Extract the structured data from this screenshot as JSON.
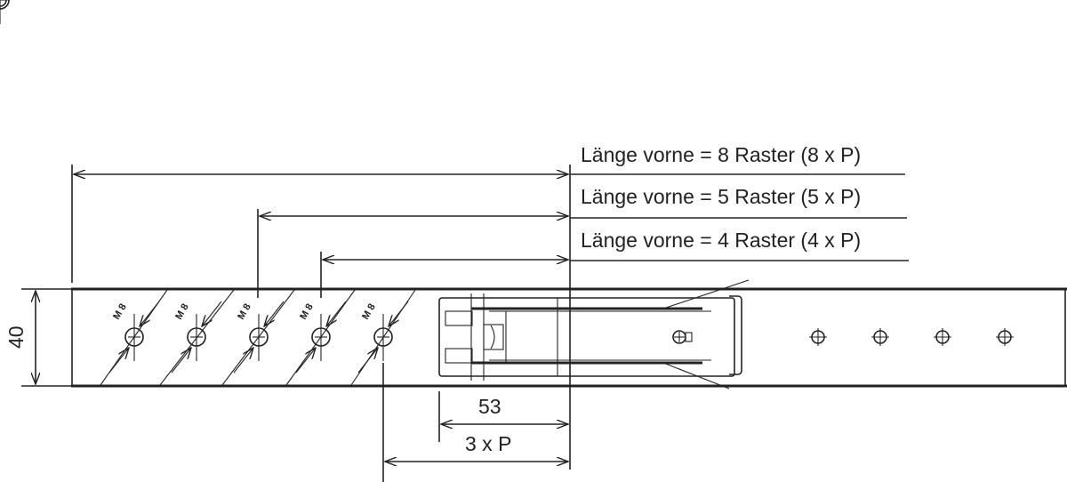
{
  "dimensions": {
    "length_8": "Länge vorne = 8 Raster (8 x P)",
    "length_5": "Länge vorne = 5 Raster (5 x P)",
    "length_4": "Länge vorne = 4 Raster (4 x P)",
    "height": "40",
    "offset": "53",
    "pitch3": "3 x P"
  },
  "holes": {
    "thread_label": "M 8"
  }
}
